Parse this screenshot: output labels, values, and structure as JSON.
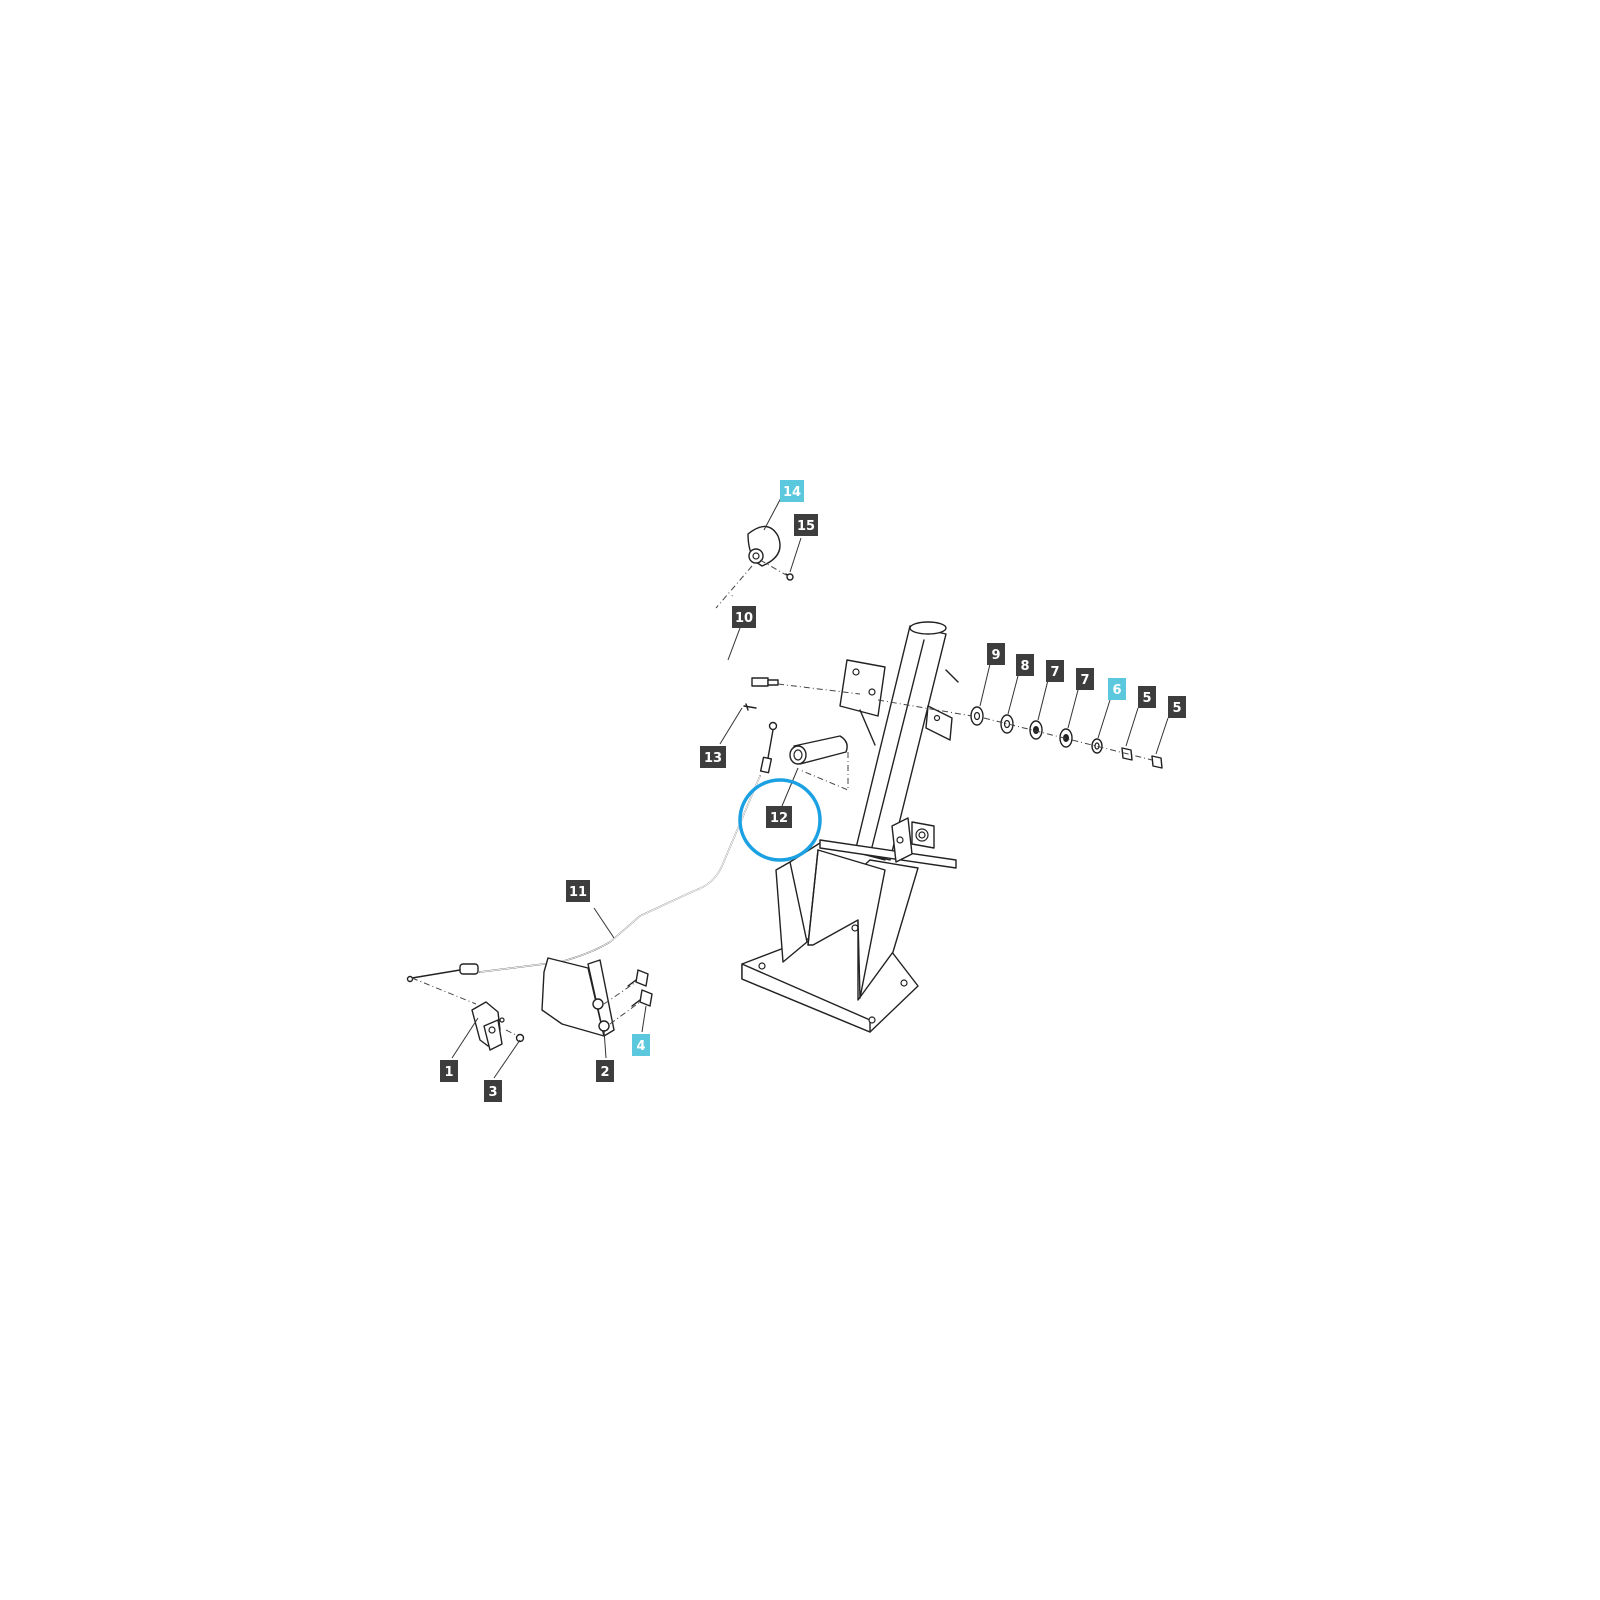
{
  "colors": {
    "callout_default": "#3d3d3d",
    "callout_highlight": "#5bc8de",
    "highlight_ring": "#1ba1e2",
    "line": "#222222"
  },
  "callouts": [
    {
      "id": "c14",
      "label": "14",
      "highlight": true
    },
    {
      "id": "c15",
      "label": "15",
      "highlight": false
    },
    {
      "id": "c10",
      "label": "10",
      "highlight": false
    },
    {
      "id": "c9",
      "label": "9",
      "highlight": false
    },
    {
      "id": "c8",
      "label": "8",
      "highlight": false
    },
    {
      "id": "c7a",
      "label": "7",
      "highlight": false
    },
    {
      "id": "c7b",
      "label": "7",
      "highlight": false
    },
    {
      "id": "c6",
      "label": "6",
      "highlight": true
    },
    {
      "id": "c5a",
      "label": "5",
      "highlight": false
    },
    {
      "id": "c5b",
      "label": "5",
      "highlight": false
    },
    {
      "id": "c13",
      "label": "13",
      "highlight": false
    },
    {
      "id": "c12",
      "label": "12",
      "highlight": false,
      "ringed": true
    },
    {
      "id": "c11",
      "label": "11",
      "highlight": false
    },
    {
      "id": "c1",
      "label": "1",
      "highlight": false
    },
    {
      "id": "c2",
      "label": "2",
      "highlight": false
    },
    {
      "id": "c3",
      "label": "3",
      "highlight": false
    },
    {
      "id": "c4",
      "label": "4",
      "highlight": true
    }
  ]
}
